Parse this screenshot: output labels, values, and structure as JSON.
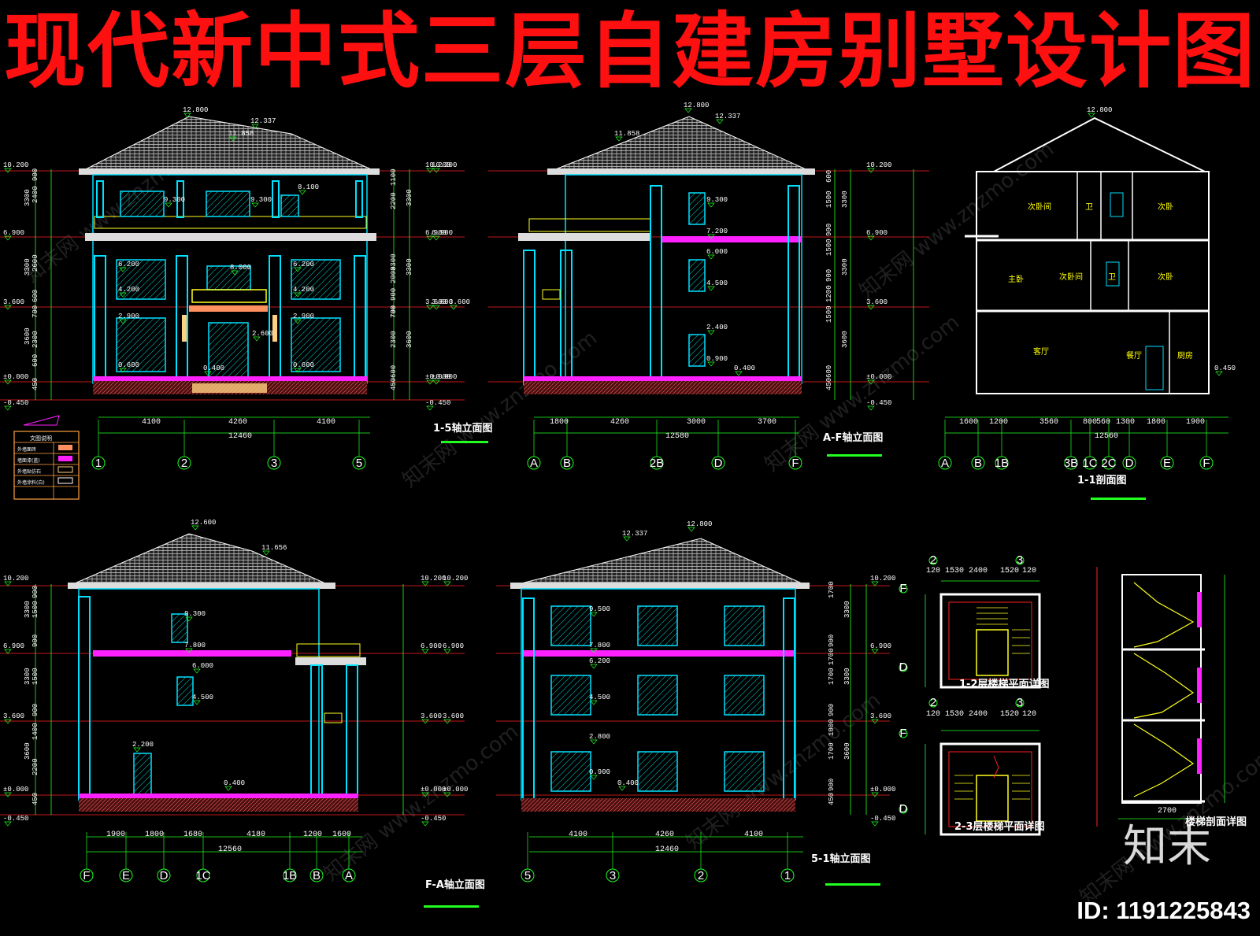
{
  "title": "现代新中式三层自建房别墅设计图",
  "drawings": {
    "elev_1_5": {
      "caption": "1-5轴立面图",
      "axes": [
        "1",
        "2",
        "3",
        "5"
      ],
      "dims": [
        "4100",
        "4260",
        "4100"
      ],
      "total": "12460",
      "levels": [
        "12.800",
        "12.337",
        "11.858",
        "10.200",
        "10.200",
        "9.300",
        "9.300",
        "8.100",
        "6.900",
        "6.900",
        "6.200",
        "6.200",
        "4.200",
        "4.200",
        "3.600",
        "3.600",
        "2.900",
        "2.900",
        "2.600",
        "0.600",
        "0.600",
        "0.400",
        "±0.000",
        "±0.000",
        "-0.450",
        "8.000",
        "3.600"
      ],
      "vdims_left": [
        "900",
        "2400",
        "3300",
        "2600",
        "3300",
        "600",
        "700",
        "600",
        "2300",
        "3600",
        "450"
      ],
      "vdims_right": [
        "1100",
        "2200",
        "3300",
        "3300",
        "3300",
        "900",
        "700",
        "2000",
        "700",
        "600",
        "2300",
        "3600",
        "450"
      ]
    },
    "elev_A_F": {
      "caption": "A-F轴立面图",
      "axes": [
        "A",
        "B",
        "2B",
        "D",
        "F"
      ],
      "dims": [
        "1800",
        "4260",
        "3000",
        "3700"
      ],
      "total": "12580",
      "levels": [
        "12.800",
        "12.337",
        "11.858",
        "10.200",
        "10.200",
        "9.300",
        "7.200",
        "6.900",
        "6.900",
        "6.000",
        "4.500",
        "3.600",
        "3.600",
        "2.400",
        "0.900",
        "0.400",
        "±0.000",
        "±0.000",
        "-0.450",
        "-0.450"
      ],
      "vdims_left": [
        "600",
        "1500",
        "3300",
        "900",
        "1500",
        "3300",
        "900",
        "1200",
        "1500",
        "3600",
        "600",
        "450"
      ]
    },
    "section_1_1": {
      "caption": "1-1剖面图",
      "axes": [
        "A",
        "B",
        "1B",
        "3B",
        "1C",
        "2C",
        "D",
        "E",
        "F"
      ],
      "dims": [
        "1600",
        "1200",
        "3560",
        "800",
        "560",
        "1300",
        "1800",
        "1900"
      ],
      "total": "12560",
      "levels": [
        "12.800",
        "0.450"
      ],
      "rooms": [
        "次卧间",
        "卫",
        "次卧",
        "主卧",
        "次卧间",
        "卫",
        "次卧",
        "客厅",
        "餐厅",
        "厨房"
      ]
    },
    "elev_F_A": {
      "caption": "F-A轴立面图",
      "axes": [
        "F",
        "E",
        "D",
        "1C",
        "1B",
        "B",
        "A"
      ],
      "dims": [
        "1900",
        "1800",
        "1680",
        "4180",
        "1200",
        "1600"
      ],
      "total": "12560",
      "levels": [
        "12.600",
        "11.656",
        "10.200",
        "10.200",
        "10.200",
        "9.300",
        "7.800",
        "6.900",
        "6.900",
        "6.900",
        "6.000",
        "4.500",
        "3.600",
        "3.600",
        "3.600",
        "2.200",
        "0.400",
        "±0.000",
        "±0.000",
        "±0.000",
        "-0.450",
        "-0.450"
      ],
      "vdims_left": [
        "900",
        "1500",
        "3300",
        "900",
        "1500",
        "3300",
        "900",
        "1400",
        "2200",
        "3600",
        "450"
      ]
    },
    "elev_5_1": {
      "caption": "5-1轴立面图",
      "axes": [
        "5",
        "3",
        "2",
        "1"
      ],
      "dims": [
        "4100",
        "4260",
        "4100"
      ],
      "total": "12460",
      "levels": [
        "12.800",
        "12.337",
        "10.200",
        "9.500",
        "7.800",
        "6.900",
        "6.200",
        "4.500",
        "3.600",
        "2.800",
        "0.900",
        "0.400",
        "±0.000",
        "-0.450"
      ],
      "vdims_left": [
        "1700",
        "3300",
        "900",
        "1700",
        "1700",
        "3300",
        "900",
        "1000",
        "1700",
        "3600",
        "900",
        "450"
      ]
    },
    "stair_plan_1": {
      "caption": "1-2层楼梯平面详图",
      "axes": [
        "2",
        "3",
        "F",
        "D"
      ],
      "dims": [
        "120",
        "1530",
        "2400",
        "1520",
        "120"
      ]
    },
    "stair_plan_2": {
      "caption": "2-3层楼梯平面详图",
      "axes": [
        "2",
        "3",
        "F",
        "D"
      ],
      "dims": [
        "120",
        "1530",
        "2400",
        "1520",
        "120"
      ]
    },
    "stair_section": {
      "caption": "楼梯剖面详图",
      "dims": [
        "2700"
      ]
    }
  },
  "legend": {
    "title": "文图说明",
    "rows": [
      "外墙面砖",
      "墙面漆(蓝)",
      "外墙贴仿石",
      "外墙涂料(白)"
    ]
  },
  "watermark": "知末网 www.znzmo.com",
  "brand": "知末",
  "image_id": "ID: 1191225843",
  "colors": {
    "title": "#ff1010",
    "roof": "#ffffff",
    "wall": "#00e0ff",
    "axis_red": "#ff2020",
    "dim_green": "#20ff20",
    "floor_magenta": "#ff20ff",
    "window_yellow": "#ffff20",
    "ground": "#ff8040"
  }
}
